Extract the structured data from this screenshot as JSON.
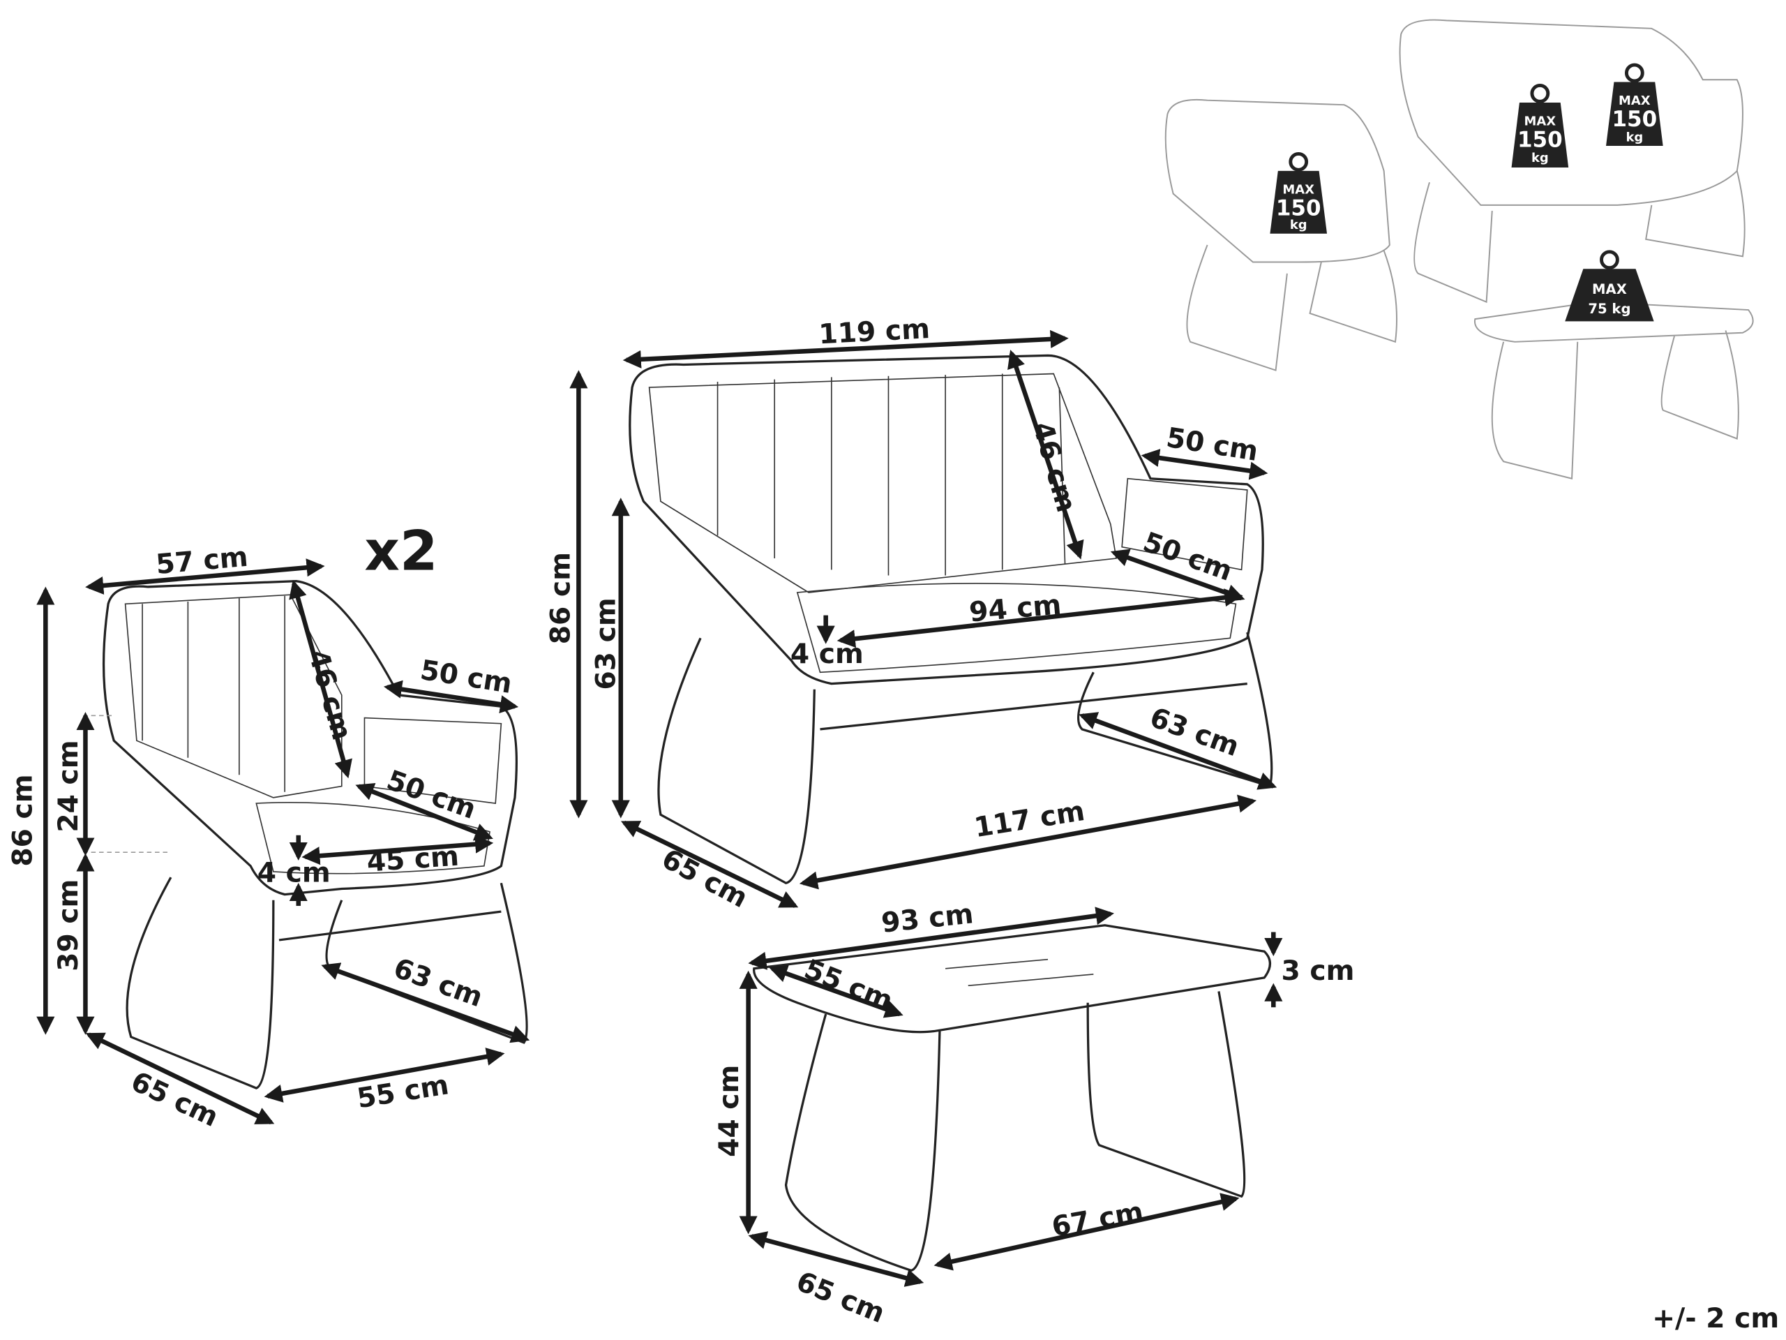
{
  "quantity_marker": "x2",
  "tolerance": "+/- 2 cm",
  "chair": {
    "width_top": "57 cm",
    "height_total": "86 cm",
    "armrest_above_seat": "24 cm",
    "seat_height": "39 cm",
    "backrest_height": "46 cm",
    "armrest_length": "50 cm",
    "seat_depth": "50 cm",
    "seat_width": "45 cm",
    "cushion_thickness": "4 cm",
    "leg_depth": "63 cm",
    "depth": "65 cm",
    "base_width": "55 cm"
  },
  "sofa": {
    "width_top": "119 cm",
    "height_total": "86 cm",
    "armrest_height": "63 cm",
    "backrest_height": "46 cm",
    "armrest_length": "50 cm",
    "seat_depth": "50 cm",
    "seat_width": "94 cm",
    "cushion_thickness": "4 cm",
    "leg_depth": "63 cm",
    "base_width": "117 cm",
    "depth": "65 cm"
  },
  "table": {
    "length": "93 cm",
    "top_thickness": "3 cm",
    "width": "55 cm",
    "height": "44 cm",
    "base_length": "67 cm",
    "depth": "65 cm"
  },
  "load_badges": [
    {
      "max": "MAX",
      "value": "150",
      "unit": "kg"
    },
    {
      "max": "MAX",
      "value": "150",
      "unit": "kg"
    },
    {
      "max": "MAX",
      "value": "150",
      "unit": "kg"
    },
    {
      "max": "MAX",
      "value": "75 kg"
    }
  ]
}
